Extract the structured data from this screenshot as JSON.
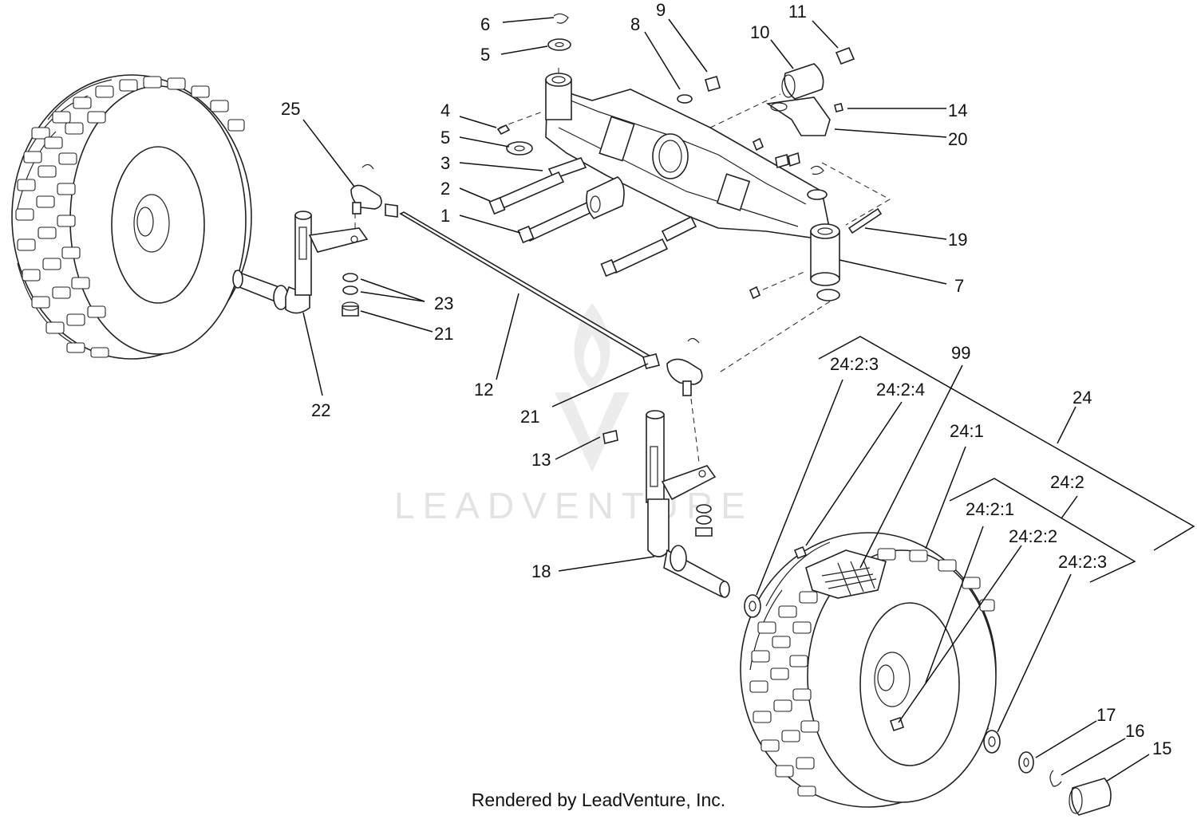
{
  "watermark": {
    "text": "LEADVENTURE"
  },
  "footer": {
    "text": "Rendered by LeadVenture, Inc."
  },
  "callouts": [
    {
      "id": "c6",
      "text": "6"
    },
    {
      "id": "c5a",
      "text": "5"
    },
    {
      "id": "c8",
      "text": "8"
    },
    {
      "id": "c9",
      "text": "9"
    },
    {
      "id": "c10",
      "text": "10"
    },
    {
      "id": "c11",
      "text": "11"
    },
    {
      "id": "c4",
      "text": "4"
    },
    {
      "id": "c14",
      "text": "14"
    },
    {
      "id": "c5b",
      "text": "5"
    },
    {
      "id": "c20",
      "text": "20"
    },
    {
      "id": "c3",
      "text": "3"
    },
    {
      "id": "c25",
      "text": "25"
    },
    {
      "id": "c2",
      "text": "2"
    },
    {
      "id": "c1",
      "text": "1"
    },
    {
      "id": "c19",
      "text": "19"
    },
    {
      "id": "c7",
      "text": "7"
    },
    {
      "id": "c23",
      "text": "23"
    },
    {
      "id": "c21a",
      "text": "21"
    },
    {
      "id": "c99",
      "text": "99"
    },
    {
      "id": "c24-2-3a",
      "text": "24:2:3"
    },
    {
      "id": "c24-2-4",
      "text": "24:2:4"
    },
    {
      "id": "c12",
      "text": "12"
    },
    {
      "id": "c22",
      "text": "22"
    },
    {
      "id": "c24",
      "text": "24"
    },
    {
      "id": "c21b",
      "text": "21"
    },
    {
      "id": "c24-1",
      "text": "24:1"
    },
    {
      "id": "c13",
      "text": "13"
    },
    {
      "id": "c24-2",
      "text": "24:2"
    },
    {
      "id": "c24-2-1",
      "text": "24:2:1"
    },
    {
      "id": "c24-2-2",
      "text": "24:2:2"
    },
    {
      "id": "c24-2-3b",
      "text": "24:2:3"
    },
    {
      "id": "c18",
      "text": "18"
    },
    {
      "id": "c17",
      "text": "17"
    },
    {
      "id": "c16",
      "text": "16"
    },
    {
      "id": "c15",
      "text": "15"
    }
  ]
}
